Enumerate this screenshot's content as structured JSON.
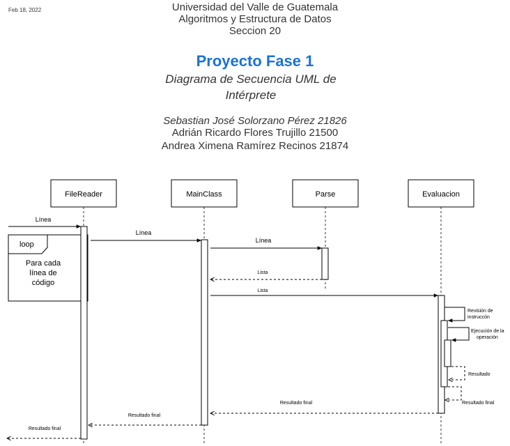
{
  "header": {
    "date": "Feb 18, 2022",
    "university": "Universidad del Valle de Guatemala",
    "course": "Algoritmos y Estructura de Datos",
    "section": "Seccion 20",
    "title": "Proyecto Fase 1",
    "subtitle": "Diagrama de Secuencia UML de Intérprete",
    "authors": [
      "Sebastian José Solorzano Pérez 21826",
      "Adrián Ricardo Flores Trujillo 21500",
      "Andrea Ximena Ramírez Recinos 21874"
    ]
  },
  "diagram": {
    "participants": [
      "FileReader",
      "MainClass",
      "Parse",
      "Evaluacion"
    ],
    "loop": {
      "label": "loop",
      "condition": [
        "Para cada",
        "línea de",
        "código"
      ]
    },
    "messages": [
      {
        "label": "Línea",
        "style": "solid"
      },
      {
        "label": "Línea",
        "style": "solid"
      },
      {
        "label": "Línea",
        "style": "solid"
      },
      {
        "label": "Lista",
        "style": "dashed"
      },
      {
        "label": "Lista",
        "style": "solid"
      },
      {
        "label": "Revisión de instruccón",
        "style": "solid"
      },
      {
        "label": "Ejecución de la operación",
        "style": "solid"
      },
      {
        "label": "Resultado",
        "style": "dashed"
      },
      {
        "label": "Resultado final",
        "style": "dashed"
      },
      {
        "label": "Resultado final",
        "style": "dashed"
      },
      {
        "label": "Resultado final",
        "style": "dashed"
      },
      {
        "label": "Resultado final",
        "style": "dashed"
      }
    ]
  }
}
